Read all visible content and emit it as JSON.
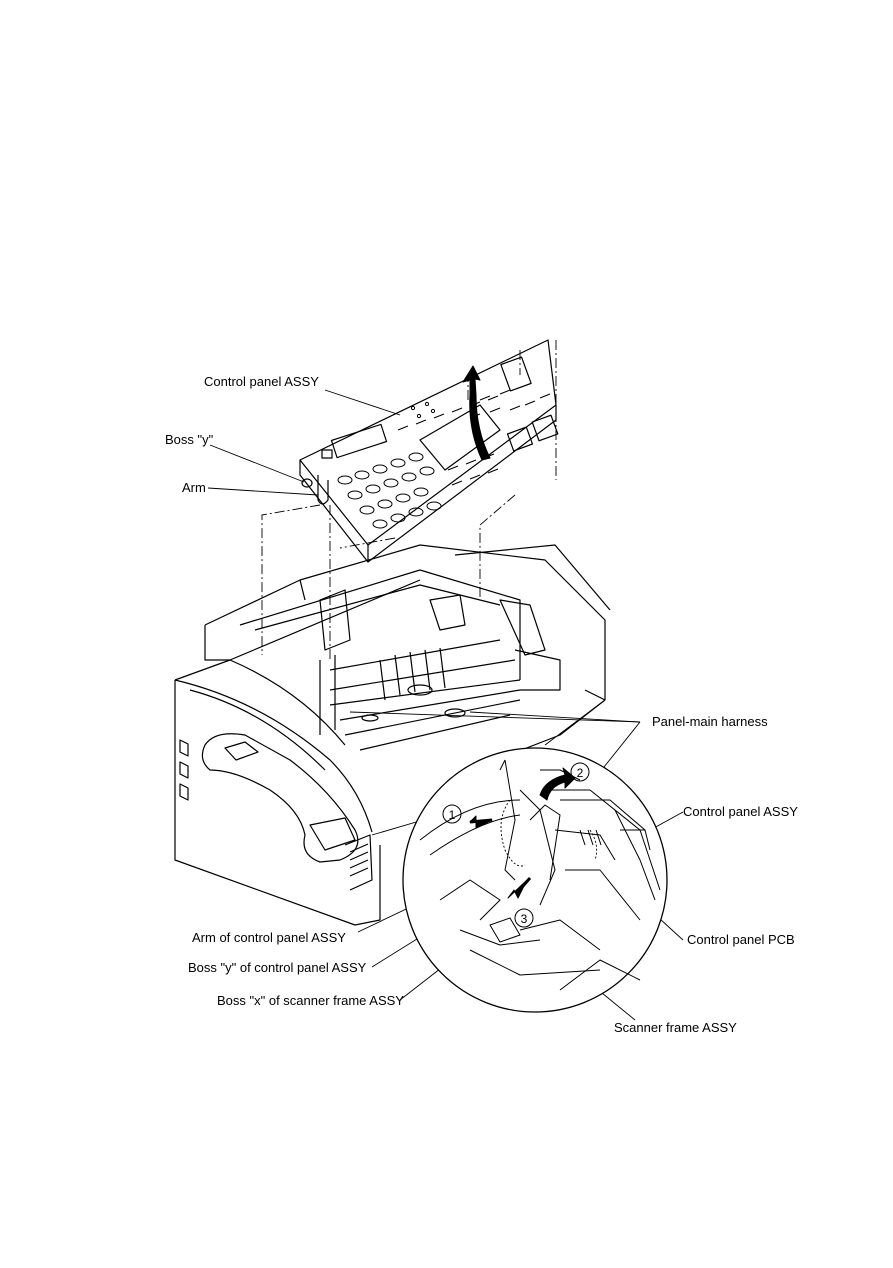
{
  "labels": {
    "control_panel_assy_top": "Control panel ASSY",
    "boss_y": "Boss \"y\"",
    "arm": "Arm",
    "panel_main_harness": "Panel-main harness",
    "control_panel_assy_right": "Control panel ASSY",
    "control_panel_pcb": "Control panel PCB",
    "arm_of_control_panel": "Arm of control panel ASSY",
    "boss_y_of_control_panel": "Boss \"y\" of control panel ASSY",
    "boss_x_of_scanner_frame": "Boss \"x\" of scanner frame ASSY",
    "scanner_frame_assy": "Scanner frame ASSY"
  },
  "steps": [
    "1",
    "2",
    "3"
  ]
}
